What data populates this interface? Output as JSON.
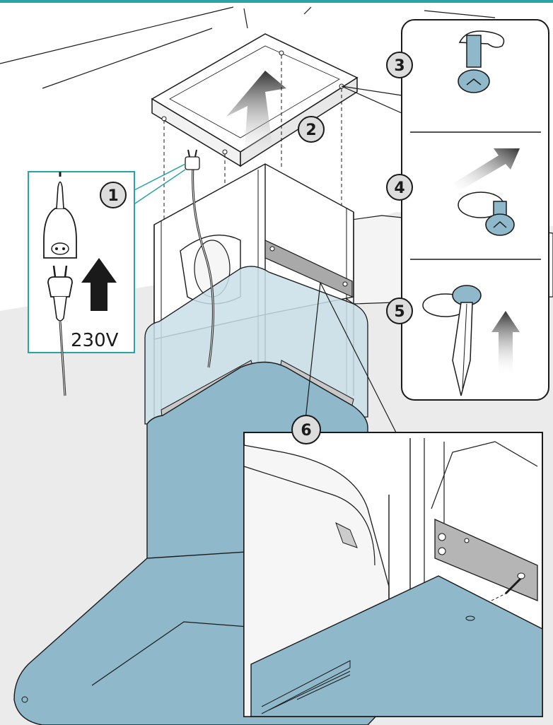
{
  "steps": {
    "step1": "1",
    "step2": "2",
    "step3": "3",
    "step4": "4",
    "step5": "5",
    "step6": "6"
  },
  "voltage_label": "230V",
  "colors": {
    "accent_teal": "#2aa3a6",
    "hood_blue": "#8fb9cb",
    "glass_blue": "#c9dfe8",
    "background_grey": "#ebebeb",
    "line": "#1a1a1a"
  },
  "icons": [
    "power-plug-icon",
    "power-socket-icon",
    "screw-icon",
    "screwdriver-icon",
    "arrow-up-icon",
    "arrow-right-icon"
  ]
}
